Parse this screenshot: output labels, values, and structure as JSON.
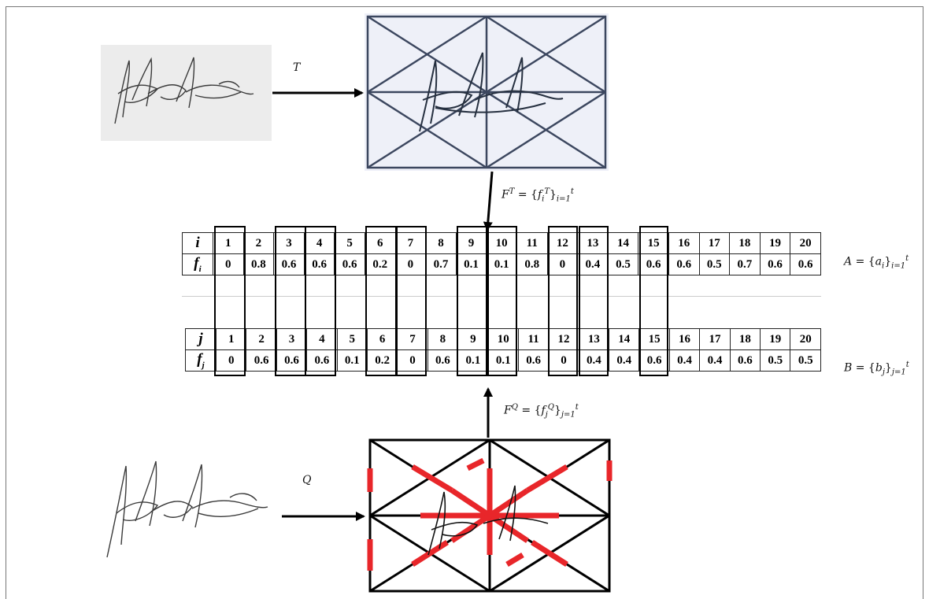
{
  "labels": {
    "template": "T",
    "query": "Q"
  },
  "equations": {
    "ft_lhs": "F",
    "ft_lhs_sup": "T",
    "ft_eq": " = {",
    "ft_f": "f",
    "ft_f_sub": "i",
    "ft_f_sup": "T",
    "ft_close": "}",
    "ft_range_sub": "i=1",
    "ft_range_sup": "t",
    "fq_lhs": "F",
    "fq_lhs_sup": "Q",
    "fq_eq": " = {",
    "fq_f": "f",
    "fq_f_sub": "j",
    "fq_f_sup": "Q",
    "fq_close": "}",
    "fq_range_sub": "j=1",
    "fq_range_sup": "t",
    "a_lhs": "A",
    "a_eq": " = {",
    "a_var": "a",
    "a_sub": "i",
    "a_close": "}",
    "a_range_sub": "i=1",
    "a_range_sup": "t",
    "b_lhs": "B",
    "b_eq": " = {",
    "b_var": "b",
    "b_sub": "j",
    "b_close": "}",
    "b_range_sub": "j=1",
    "b_range_sup": "t"
  },
  "table_a": {
    "row1_header": "i",
    "row2_header": "f",
    "row2_header_sub": "i",
    "indices": [
      "1",
      "2",
      "3",
      "4",
      "5",
      "6",
      "7",
      "8",
      "9",
      "10",
      "11",
      "12",
      "13",
      "14",
      "15",
      "16",
      "17",
      "18",
      "19",
      "20"
    ],
    "values": [
      "0",
      "0.8",
      "0.6",
      "0.6",
      "0.6",
      "0.2",
      "0",
      "0.7",
      "0.1",
      "0.1",
      "0.8",
      "0",
      "0.4",
      "0.5",
      "0.6",
      "0.6",
      "0.5",
      "0.7",
      "0.6",
      "0.6"
    ]
  },
  "table_b": {
    "row1_header": "j",
    "row2_header": "f",
    "row2_header_sub": "j",
    "indices": [
      "1",
      "2",
      "3",
      "4",
      "5",
      "6",
      "7",
      "8",
      "9",
      "10",
      "11",
      "12",
      "13",
      "14",
      "15",
      "16",
      "17",
      "18",
      "19",
      "20"
    ],
    "values": [
      "0",
      "0.6",
      "0.6",
      "0.6",
      "0.1",
      "0.2",
      "0",
      "0.6",
      "0.1",
      "0.1",
      "0.6",
      "0",
      "0.4",
      "0.4",
      "0.6",
      "0.4",
      "0.4",
      "0.6",
      "0.5",
      "0.5"
    ]
  },
  "highlighted_indices": [
    "1",
    "3",
    "4",
    "6",
    "7",
    "9",
    "10",
    "12",
    "13",
    "15"
  ],
  "colors": {
    "grid_line": "#1e2a45",
    "highlight_red": "#e8262a",
    "ink": "#222222"
  }
}
